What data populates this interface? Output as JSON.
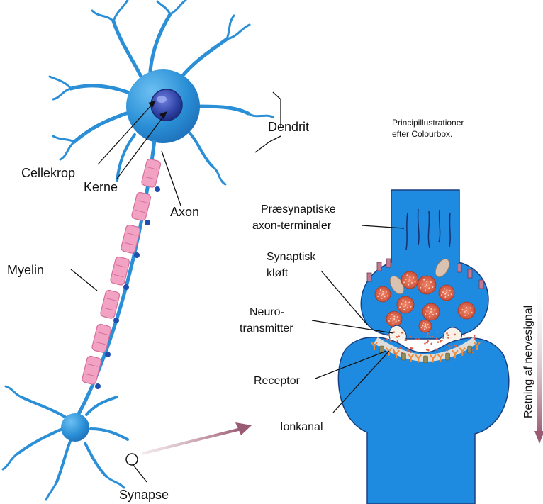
{
  "labels": {
    "cellekrop": "Cellekrop",
    "kerne": "Kerne",
    "dendrit": "Dendrit",
    "axon": "Axon",
    "myelin": "Myelin",
    "synapse": "Synapse",
    "praesynaptiske_line1": "Præsynaptiske",
    "praesynaptiske_line2": "axon-terminaler",
    "synaptisk_line1": "Synaptisk",
    "synaptisk_line2": "kløft",
    "neuro_line1": "Neuro-",
    "neuro_line2": "transmitter",
    "receptor": "Receptor",
    "ionkanal": "Ionkanal"
  },
  "credit": {
    "line1": "Principillustrationer",
    "line2": "efter Colourbox."
  },
  "direction_label": "Retning af nervesignal",
  "colors": {
    "neuron_blue": "#2a8fd6",
    "neuron_dark": "#1f6fb8",
    "nucleus": "#2b3fa0",
    "myelin_pink": "#f2a3c4",
    "myelin_edge": "#d56f9a",
    "node_blue": "#1e4fb0",
    "vesicle": "#e0604a",
    "arrow_mauve": "#9b5a73"
  }
}
